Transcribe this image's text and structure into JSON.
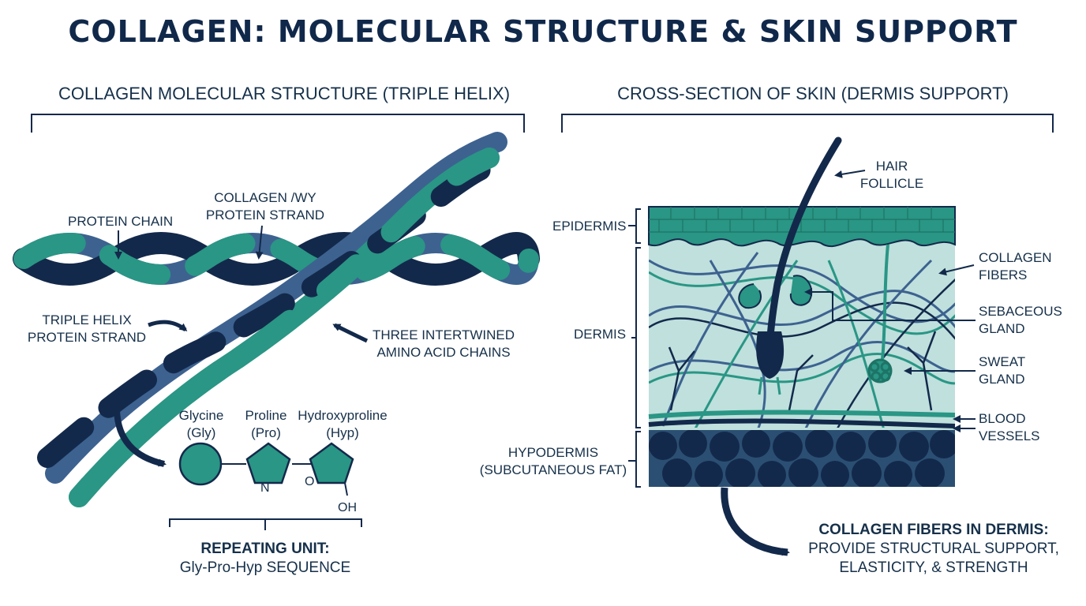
{
  "title": "COLLAGEN: MOLECULAR STRUCTURE & SKIN SUPPORT",
  "left_panel": {
    "heading": "COLLAGEN MOLECULAR STRUCTURE (TRIPLE HELIX)",
    "labels": {
      "protein_chain": "PROTEIN CHAIN",
      "collagen_strand_1": "COLLAGEN /WY",
      "collagen_strand_2": "PROTEIN STRAND",
      "triple_helix_1": "TRIPLE HELIX",
      "triple_helix_2": "PROTEIN STRAND",
      "three_chains_1": "THREE INTERTWINED",
      "three_chains_2": "AMINO ACID CHAINS"
    },
    "amino_acids": [
      {
        "name": "Glycine",
        "abbr": "(Gly)"
      },
      {
        "name": "Proline",
        "abbr": "(Pro)",
        "atom": "N"
      },
      {
        "name": "Hydroxyproline",
        "abbr": "(Hyp)",
        "atom": "O",
        "group": "OH"
      }
    ],
    "repeating_unit": {
      "title": "REPEATING UNIT:",
      "sequence": "Gly-Pro-Hyp SEQUENCE"
    }
  },
  "right_panel": {
    "heading": "CROSS-SECTION OF SKIN (DERMIS SUPPORT)",
    "layers": {
      "epidermis": "EPIDERMIS",
      "dermis": "DERMIS",
      "hypodermis_1": "HYPODERMIS",
      "hypodermis_2": "(SUBCUTANEOUS FAT)"
    },
    "structures": {
      "hair_1": "HAIR",
      "hair_2": "FOLLICLE",
      "collagen_1": "COLLAGEN",
      "collagen_2": "FIBERS",
      "sebaceous_1": "SEBACEOUS",
      "sebaceous_2": "GLAND",
      "sweat_1": "SWEAT",
      "sweat_2": "GLAND",
      "blood_1": "BLOOD",
      "blood_2": "VESSELS"
    },
    "conclusion": {
      "title": "COLLAGEN FIBERS IN DERMIS:",
      "line1": "PROVIDE STRUCTURAL SUPPORT,",
      "line2": "ELASTICITY, & STRENGTH"
    }
  },
  "colors": {
    "navy": "#13294b",
    "teal": "#2a9685",
    "slate": "#3d6290",
    "light_teal": "#bfe0dc",
    "fat_bg": "#2b4f72"
  }
}
